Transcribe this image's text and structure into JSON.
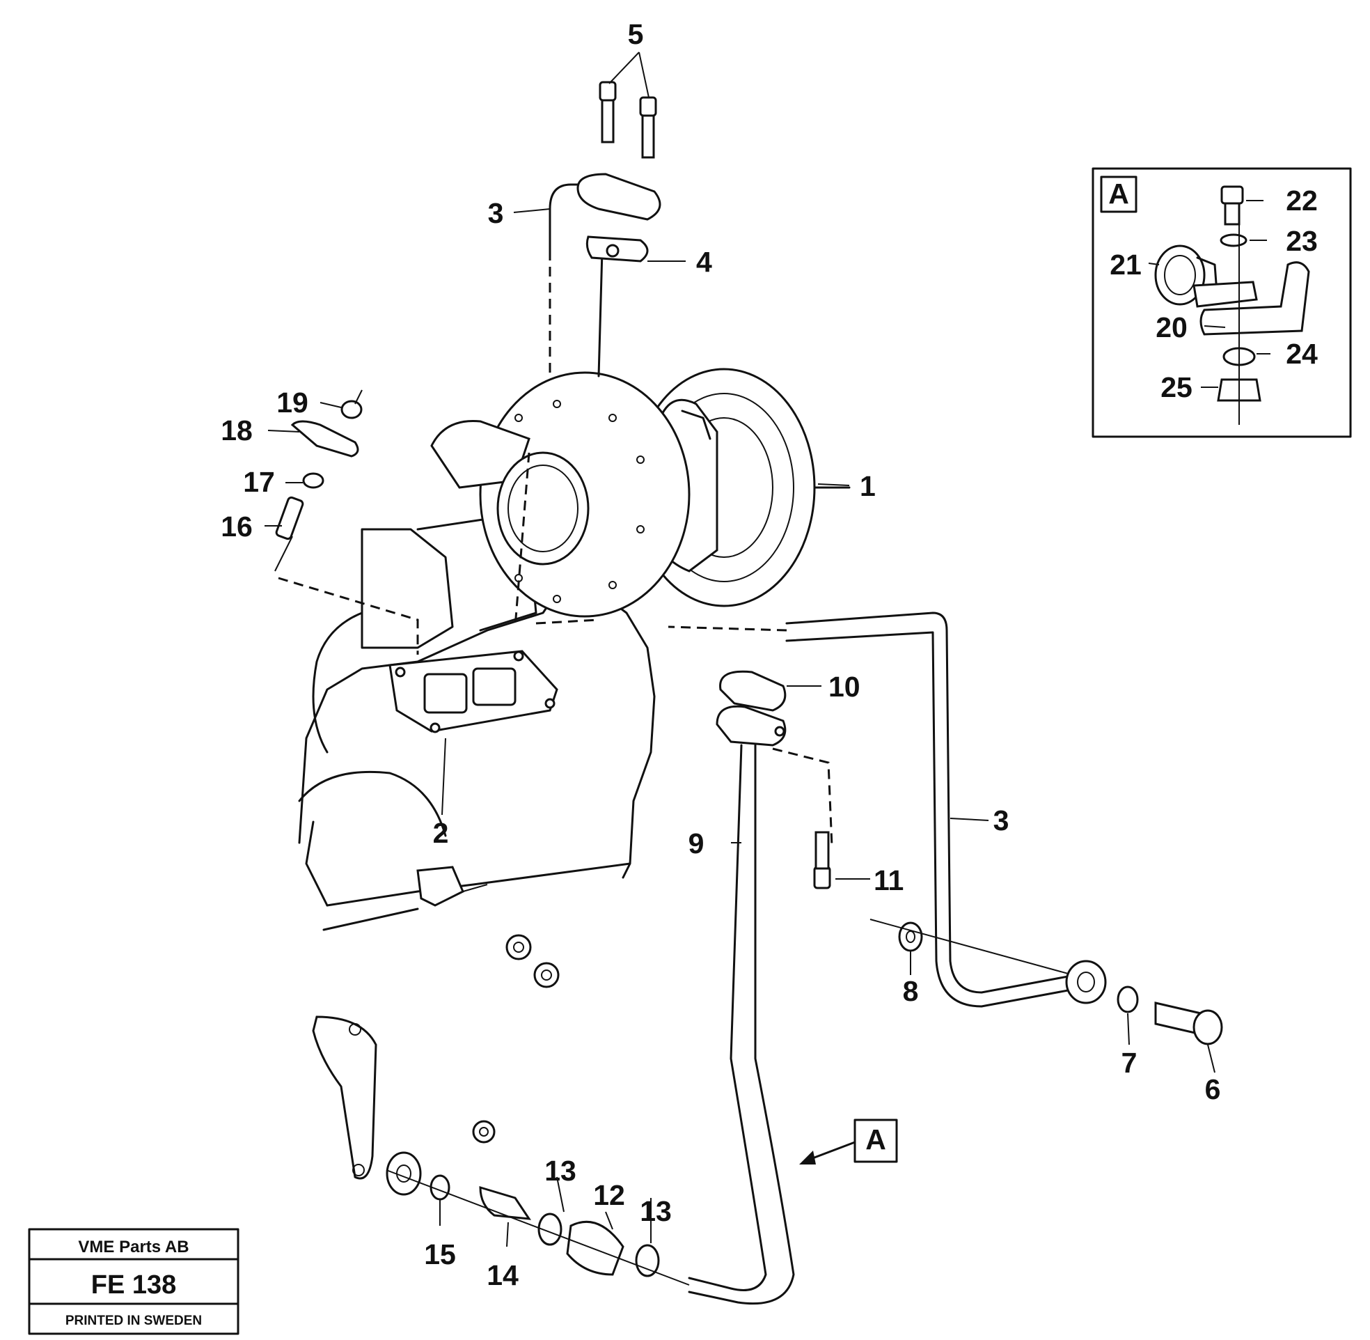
{
  "callouts": [
    "1",
    "2",
    "3",
    "3",
    "4",
    "5",
    "6",
    "7",
    "8",
    "9",
    "10",
    "11",
    "12",
    "13",
    "13",
    "14",
    "15",
    "16",
    "17",
    "18",
    "19",
    "20",
    "21",
    "22",
    "23",
    "24",
    "25"
  ],
  "detail_view": {
    "marker": "A",
    "reference_marker": "A"
  },
  "stamp": {
    "company": "VME Parts AB",
    "code": "FE 138",
    "printed": "PRINTED IN SWEDEN"
  }
}
